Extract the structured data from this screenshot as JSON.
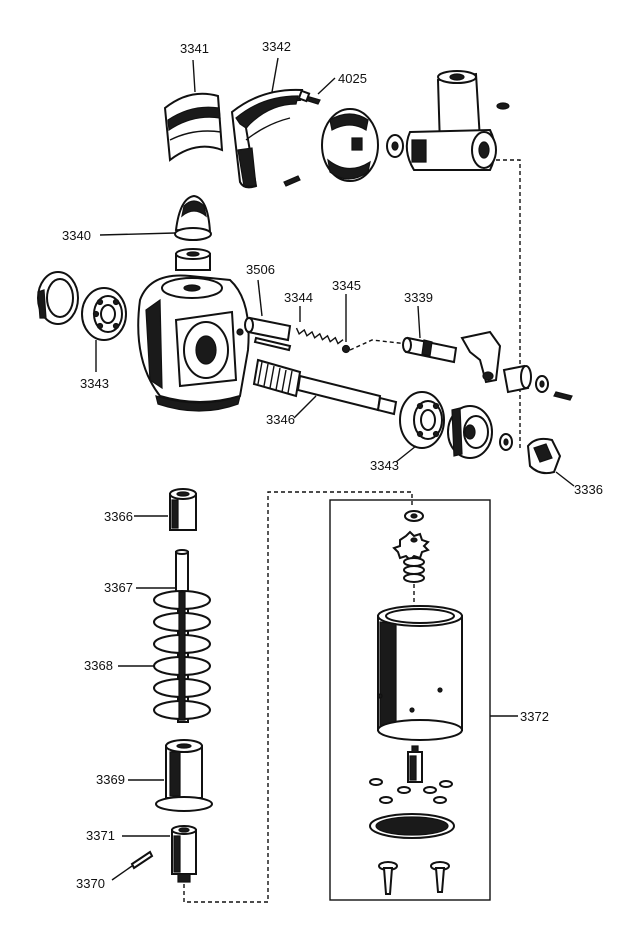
{
  "labels": {
    "p3341": "3341",
    "p3342": "3342",
    "p4025": "4025",
    "p3340": "3340",
    "p3506": "3506",
    "p3344": "3344",
    "p3345": "3345",
    "p3339": "3339",
    "p3343a": "3343",
    "p3346": "3346",
    "p3343b": "3343",
    "p3336": "3336",
    "p3366": "3366",
    "p3367": "3367",
    "p3368": "3368",
    "p3369": "3369",
    "p3371": "3371",
    "p3370": "3370",
    "p3372": "3372"
  }
}
